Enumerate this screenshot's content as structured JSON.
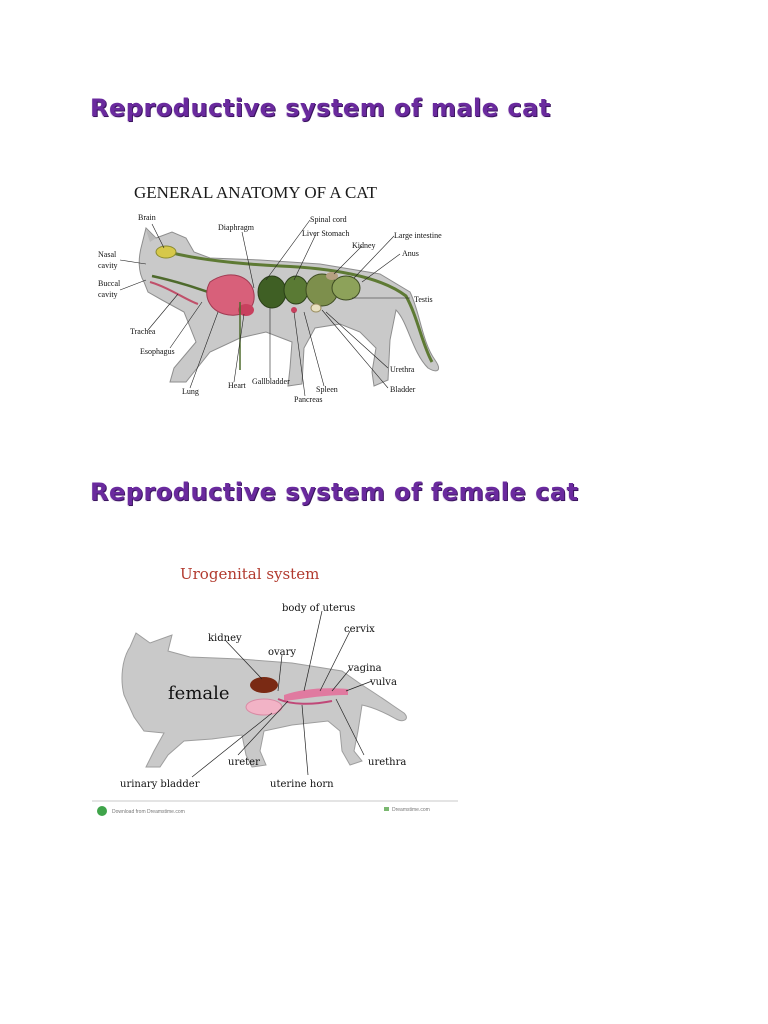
{
  "headings": {
    "male": "Reproductive system of male cat",
    "female": "Reproductive system of female cat"
  },
  "male_figure": {
    "title": "GENERAL ANATOMY OF A CAT",
    "labels": {
      "brain": "Brain",
      "nasal1": "Nasal",
      "nasal2": "cavity",
      "buccal1": "Buccal",
      "buccal2": "cavity",
      "trachea": "Trachea",
      "esophagus": "Esophagus",
      "lung": "Lung",
      "heart": "Heart",
      "gallbladder": "Gallbladder",
      "pancreas": "Pancreas",
      "spleen": "Spleen",
      "bladder": "Bladder",
      "urethra": "Urethra",
      "testis": "Testis",
      "anus": "Anus",
      "large_intestine": "Large intestine",
      "kidney": "Kidney",
      "liver_stomach": "Liver Stomach",
      "spinal_cord": "Spinal cord",
      "diaphragm": "Diaphragm"
    }
  },
  "female_figure": {
    "title": "Urogenital system",
    "sex_word": "female",
    "labels": {
      "body_of_uterus": "body of uterus",
      "cervix": "cervix",
      "kidney": "kidney",
      "ovary": "ovary",
      "vagina": "vagina",
      "vulva": "vulva",
      "ureter": "ureter",
      "urinary_bladder": "urinary bladder",
      "uterine_horn": "uterine horn",
      "urethra": "urethra"
    },
    "footer_left": "Download from Dreamstime.com",
    "footer_right": "Dreamstime.com"
  },
  "colors": {
    "heading": "#6a2a9e",
    "cat_body": "#c9c9c9",
    "organ_pink": "#d8607a",
    "organ_green": "#4c6b2c",
    "kidney_brown": "#7a2a14",
    "female_title": "#b23a2e"
  }
}
